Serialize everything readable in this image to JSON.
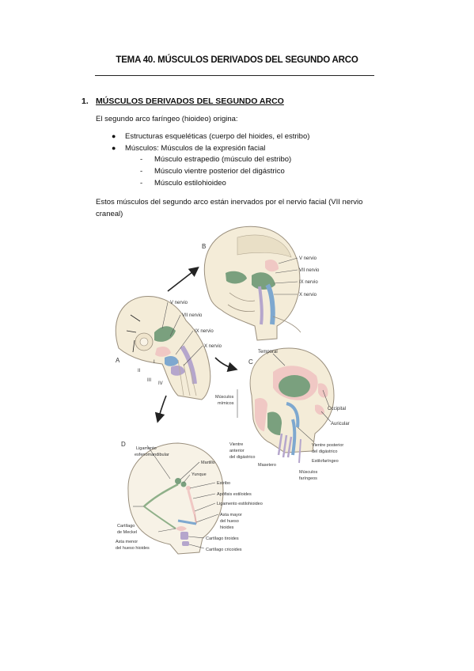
{
  "doc": {
    "title": "TEMA 40. MÚSCULOS DERIVADOS DEL SEGUNDO ARCO",
    "section": {
      "number": "1.",
      "heading": "MÚSCULOS DERIVADOS DEL SEGUNDO ARCO"
    },
    "intro": "El segundo arco faríngeo (hioideo) origina:",
    "bullets": [
      "Estructuras esqueléticas (cuerpo del hioides, el estribo)",
      "Músculos: Músculos de la expresión facial"
    ],
    "subitems": [
      "Músculo estrapedio (músculo del estribo)",
      "Músculo vientre posterior del digástrico",
      "Músculo estilohioideo"
    ],
    "closing_line1": "Estos músculos del segundo arco están inervados por el nervio facial (VII nervio",
    "closing_line2": "craneal)"
  },
  "figure": {
    "panel_labels": {
      "a": "A",
      "b": "B",
      "c": "C",
      "d": "D"
    },
    "a_labels": {
      "v": "V nervio",
      "vii": "VII nervio",
      "ix": "IX nervio",
      "x": "X nervio",
      "r1": "I",
      "r2": "II",
      "r3": "III",
      "r4": "IV"
    },
    "b_labels": {
      "v": "V nervio",
      "vii": "VII nervio",
      "ix": "IX nervio",
      "x": "X nervio"
    },
    "c_labels": {
      "temporal": "Temporal",
      "mus1": "Músculos",
      "mus2": "mímicos",
      "occipital": "Occipital",
      "auricular": "Auricular",
      "va1": "Vientre",
      "va2": "anterior",
      "va3": "del digástrico",
      "masetero": "Masetero",
      "vp1": "Vientre posterior",
      "vp2": "del digástrico",
      "estilofaringeo": "Estilofaríngeo",
      "mf1": "Músculos",
      "mf2": "faríngeos"
    },
    "d_labels": {
      "lig1": "Ligamento",
      "lig2": "esfenomandibular",
      "martillo": "Martillo",
      "yunque": "Yunque",
      "estribo": "Estribo",
      "apofisis": "Apófisis estiloides",
      "ligest": "Ligamento estilohioideo",
      "am1": "Asta mayor",
      "am2": "del hueso",
      "am3": "hioides",
      "cm1": "Cartílago",
      "cm2": "de Meckel",
      "an1": "Asta menor",
      "an2": "del hueso hioides",
      "tiroides": "Cartílago tiroides",
      "cricoides": "Cartílago cricoides"
    }
  },
  "colors": {
    "green": "#6f9e78",
    "pink": "#efc4c2",
    "blue": "#7ea8cf",
    "purple": "#b5a6cc",
    "skin": "#f4ecd8",
    "line": "#8a8070"
  }
}
